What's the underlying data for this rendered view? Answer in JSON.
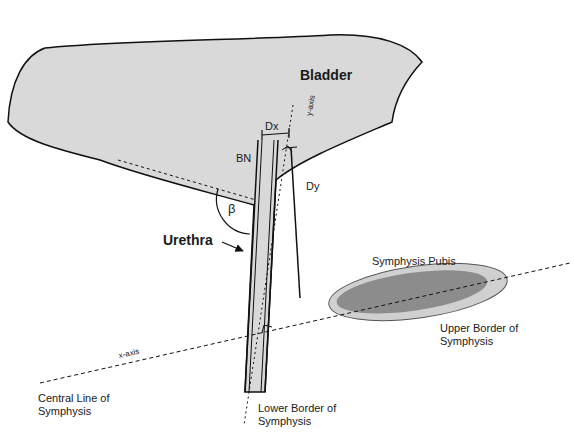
{
  "diagram": {
    "nodes": [
      {
        "text": [
          "Bladder"
        ]
      }
    ],
    "labels": [
      "BN",
      "Dx",
      "Dy",
      "β",
      "Urethra",
      "Symphysis Pubis",
      "Upper Border of Symphysis",
      "Central Line of Symphysis",
      "Lower Border of Symphysis",
      "y-axis",
      "x-axis"
    ]
  }
}
